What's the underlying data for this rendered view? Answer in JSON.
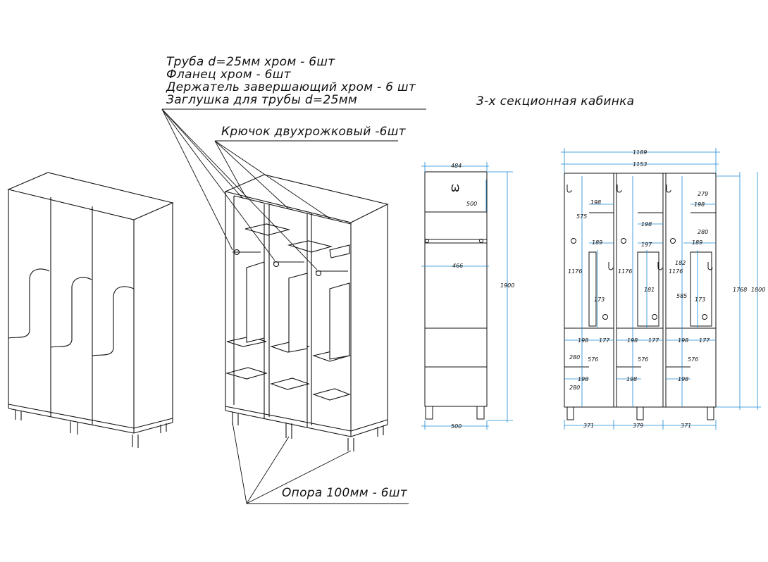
{
  "title": "3-х секционная кабинка",
  "notes": {
    "pipe_line": "Труба d=25мм хром - 6шт",
    "flange_line": "Фланец хром - 6шт",
    "holder_line": "Держатель завершающий хром - 6 шт",
    "plug_line": "Заглушка для трубы d=25мм",
    "hook_line": "Крючок двухрожковый -6шт",
    "leg_line": "Опора 100мм - 6шт"
  },
  "side_dims": {
    "top_depth": "484",
    "shelf_height": "500",
    "inner_depth": "466",
    "total_height": "1900",
    "bottom_depth": "500"
  },
  "front_dims": {
    "outer_width": "1189",
    "inner_width": "1153",
    "d279": "279",
    "d198_top_left": "198",
    "d575": "575",
    "d198_top_mid": "198",
    "d198_top_right": "198",
    "d280_top": "280",
    "d189_a": "189",
    "d197": "197",
    "d189_b": "189",
    "d182": "182",
    "d1176_a": "1176",
    "d1176_b": "1176",
    "d1176_c": "1176",
    "d173_a": "173",
    "d181": "181",
    "d585": "585",
    "d173_b": "173",
    "d198_mid_a": "198",
    "d177_a": "177",
    "d198_mid_b": "198",
    "d177_b": "177",
    "d198_mid_c": "198",
    "d177_c": "177",
    "d280_b": "280",
    "d576_a": "576",
    "d576_b": "576",
    "d576_c": "576",
    "d198_low_a": "198",
    "d280_c": "280",
    "d198_low_b": "198",
    "d198_low_c": "198",
    "h1768": "1768",
    "h1800": "1800",
    "w371_a": "371",
    "w379": "379",
    "w371_b": "371"
  }
}
